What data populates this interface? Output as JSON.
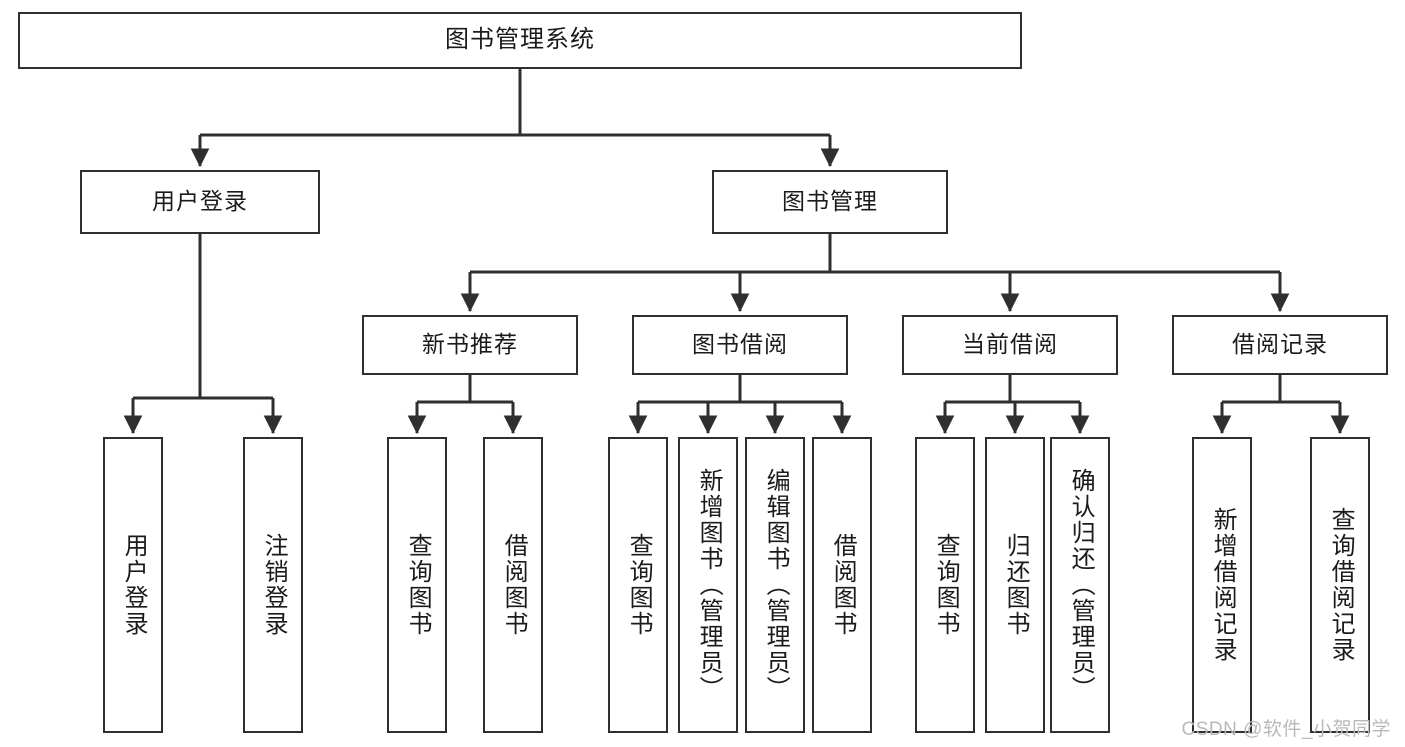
{
  "diagram": {
    "title": "图书管理系统",
    "type": "hierarchy-tree",
    "stroke_color": "#2f2f2f",
    "fill_color": "#ffffff",
    "text_color": "#1b1b1b",
    "levels": [
      {
        "level": 1,
        "nodes": [
          {
            "id": "root",
            "label": "图书管理系统",
            "orientation": "horizontal"
          }
        ]
      },
      {
        "level": 2,
        "nodes": [
          {
            "id": "user-login",
            "label": "用户登录",
            "orientation": "horizontal"
          },
          {
            "id": "book-manage",
            "label": "图书管理",
            "orientation": "horizontal"
          }
        ]
      },
      {
        "level": 3,
        "nodes": [
          {
            "id": "new-book-rec",
            "label": "新书推荐",
            "orientation": "horizontal"
          },
          {
            "id": "book-borrow",
            "label": "图书借阅",
            "orientation": "horizontal"
          },
          {
            "id": "current-borrow",
            "label": "当前借阅",
            "orientation": "horizontal"
          },
          {
            "id": "borrow-record",
            "label": "借阅记录",
            "orientation": "horizontal"
          }
        ]
      },
      {
        "level": 4,
        "nodes": [
          {
            "id": "leaf-user-login",
            "label": "用户登录",
            "orientation": "vertical"
          },
          {
            "id": "leaf-logout-login",
            "label": "注销登录",
            "orientation": "vertical"
          },
          {
            "id": "leaf-query-book-1",
            "label": "查询图书",
            "orientation": "vertical"
          },
          {
            "id": "leaf-borrow-book-1",
            "label": "借阅图书",
            "orientation": "vertical"
          },
          {
            "id": "leaf-query-book-2",
            "label": "查询图书",
            "orientation": "vertical"
          },
          {
            "id": "leaf-add-book",
            "label": "新增图书（管理员）",
            "orientation": "vertical"
          },
          {
            "id": "leaf-edit-book",
            "label": "编辑图书（管理员）",
            "orientation": "vertical"
          },
          {
            "id": "leaf-borrow-book-2",
            "label": "借阅图书",
            "orientation": "vertical"
          },
          {
            "id": "leaf-query-book-3",
            "label": "查询图书",
            "orientation": "vertical"
          },
          {
            "id": "leaf-return-book",
            "label": "归还图书",
            "orientation": "vertical"
          },
          {
            "id": "leaf-confirm-return",
            "label": "确认归还（管理员）",
            "orientation": "vertical"
          },
          {
            "id": "leaf-add-record",
            "label": "新增借阅记录",
            "orientation": "vertical"
          },
          {
            "id": "leaf-query-record",
            "label": "查询借阅记录",
            "orientation": "vertical"
          }
        ]
      }
    ]
  },
  "watermark": {
    "text": "CSDN @软件_小贺同学"
  }
}
